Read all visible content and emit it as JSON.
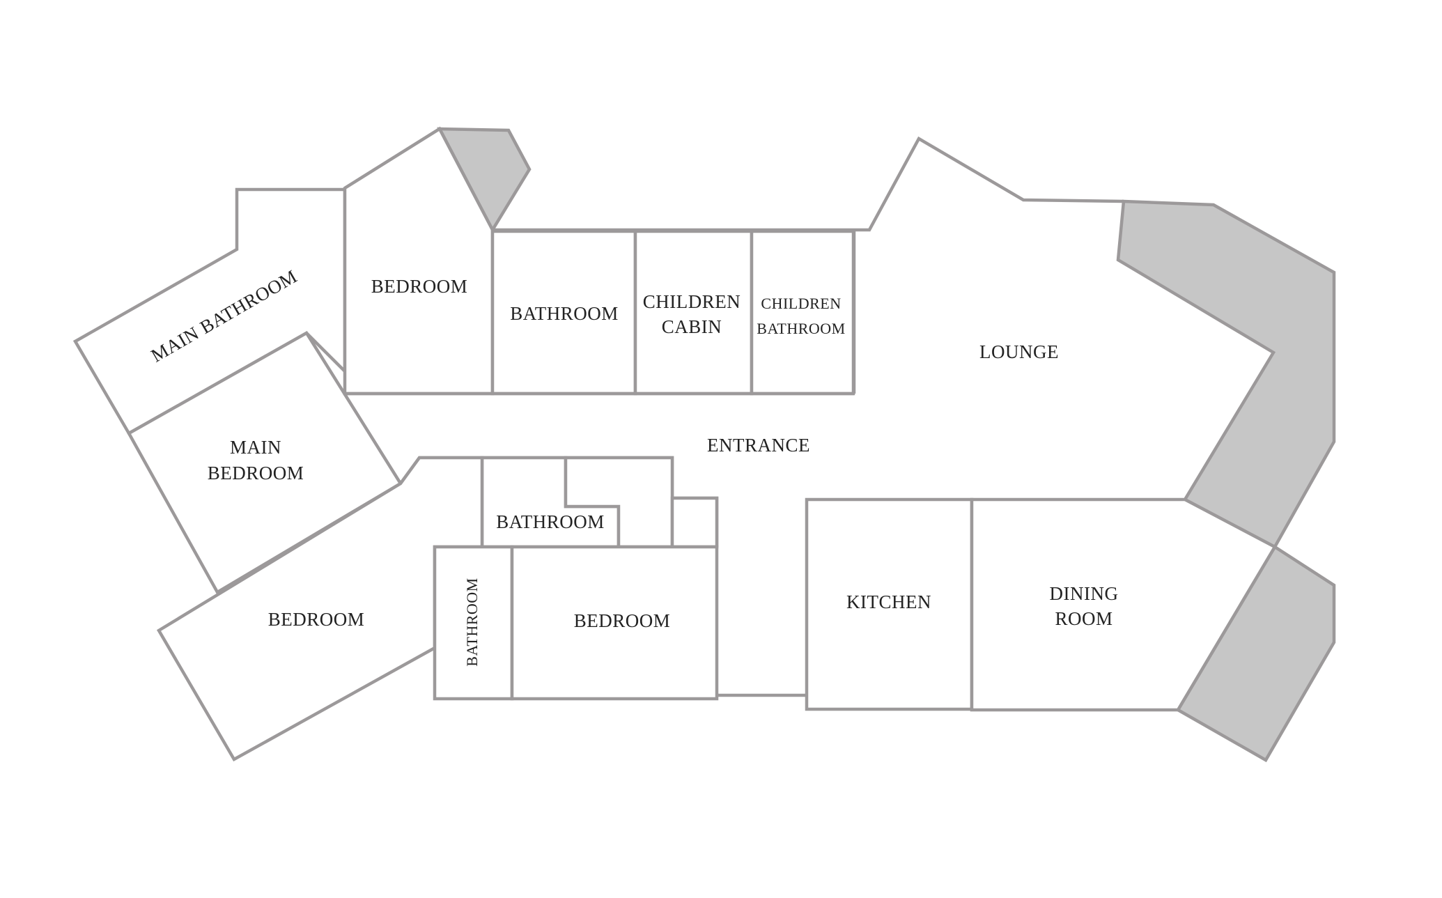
{
  "colors": {
    "background": "#ffffff",
    "wall": "#9c999a",
    "deck_fill": "#c6c6c6",
    "label": "#222222"
  },
  "rooms": {
    "main_bathroom": "MAIN BATHROOM",
    "main_bedroom": [
      "MAIN",
      "BEDROOM"
    ],
    "bedroom_top": "BEDROOM",
    "bathroom_top": "BATHROOM",
    "children_cabin": [
      "CHILDREN",
      "CABIN"
    ],
    "children_bathroom": [
      "CHILDREN",
      "BATHROOM"
    ],
    "lounge": "LOUNGE",
    "entrance": "ENTRANCE",
    "bathroom_center": "BATHROOM",
    "bedroom_left": "BEDROOM",
    "bathroom_small": "BATHROOM",
    "bedroom_center": "BEDROOM",
    "kitchen": "KITCHEN",
    "dining_room": [
      "DINING",
      "ROOM"
    ]
  }
}
